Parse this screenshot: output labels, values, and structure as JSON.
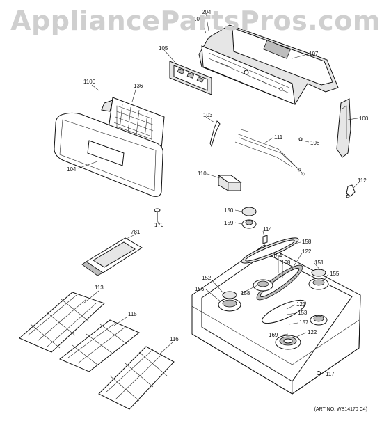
{
  "watermark": "AppliancePartsPros.com",
  "art_number": "(ART NO. WB14170 C4)",
  "labels": {
    "p204": "204",
    "p106": "106",
    "p107": "107",
    "p105": "105",
    "p1100": "1100",
    "p136": "136",
    "p100": "100",
    "p103": "103",
    "p111": "111",
    "p108": "108",
    "p104": "104",
    "p110": "110",
    "p112": "112",
    "p170": "170",
    "p150": "150",
    "p159": "159",
    "p114": "114",
    "p158a": "158",
    "p781": "781",
    "p122a": "122",
    "p154": "154",
    "p168": "168",
    "p151": "151",
    "p152": "152",
    "p155": "155",
    "p113": "113",
    "p156": "156",
    "p158b": "158",
    "p121": "121",
    "p153": "153",
    "p115": "115",
    "p157": "157",
    "p169": "169",
    "p122b": "122",
    "p116": "116",
    "p117": "117"
  }
}
